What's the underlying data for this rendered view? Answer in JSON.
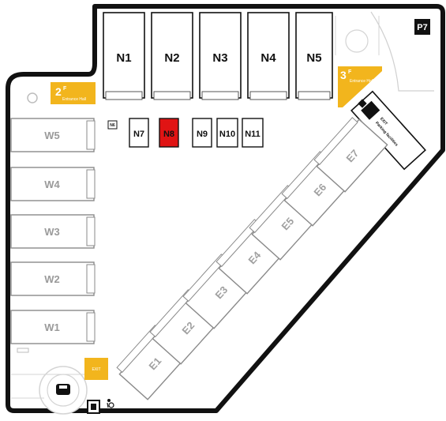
{
  "map": {
    "north_bays": [
      "N1",
      "N2",
      "N3",
      "N4",
      "N5"
    ],
    "middle_slots": [
      {
        "label": "N7",
        "highlighted": false
      },
      {
        "label": "N8",
        "highlighted": true
      },
      {
        "label": "N9",
        "highlighted": false
      },
      {
        "label": "N10",
        "highlighted": false
      },
      {
        "label": "N11",
        "highlighted": false
      }
    ],
    "small_slot_label": "N6",
    "west_bays": [
      "W5",
      "W4",
      "W3",
      "W2",
      "W1"
    ],
    "east_bays": [
      "E1",
      "E2",
      "E3",
      "E4",
      "E5",
      "E6",
      "E7"
    ],
    "parking_badge": "P7",
    "signs": {
      "floor_2": {
        "main": "2",
        "sup": "F",
        "sub": "Entrance Hall"
      },
      "floor_3": {
        "main": "3",
        "sup": "F",
        "sub": "Entrance Hall"
      },
      "exit_sign": {
        "main": "EXIT"
      }
    },
    "info_box_text": [
      "EXIT",
      "Parking facilities"
    ],
    "colors": {
      "highlight": "#e01414",
      "sign_yellow": "#f2b51d",
      "bay_outline": "#8a8a8a",
      "wall": "#111111",
      "floor_bg": "#ffffff"
    }
  }
}
